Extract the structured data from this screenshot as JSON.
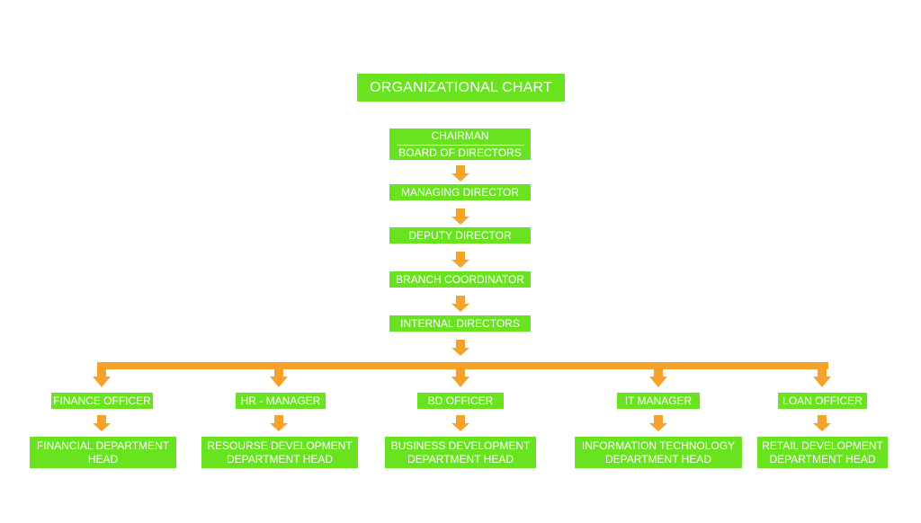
{
  "colors": {
    "box": "#69e21f",
    "connector": "#f5a12a",
    "text": "#ffffff",
    "background": "#ffffff"
  },
  "title": "ORGANIZATIONAL CHART",
  "chain": [
    {
      "id": "chairman",
      "lines": [
        "CHAIRMAN",
        "BOARD OF DIRECTORS"
      ]
    },
    {
      "id": "managing-director",
      "lines": [
        "MANAGING DIRECTOR"
      ]
    },
    {
      "id": "deputy-director",
      "lines": [
        "DEPUTY DIRECTOR"
      ]
    },
    {
      "id": "branch-coordinator",
      "lines": [
        "BRANCH COORDINATOR"
      ]
    },
    {
      "id": "internal-directors",
      "lines": [
        "INTERNAL DIRECTORS"
      ]
    }
  ],
  "departments": [
    {
      "id": "finance",
      "officer": "FINANCE OFFICER",
      "head": [
        "FINANCIAL DEPARTMENT",
        "HEAD"
      ]
    },
    {
      "id": "hr",
      "officer": "HR - MANAGER",
      "head": [
        "RESOURSE DEVELOPMENT",
        "DEPARTMENT HEAD"
      ]
    },
    {
      "id": "bd",
      "officer": "BD OFFICER",
      "head": [
        "BUSINESS DEVELOPMENT",
        "DEPARTMENT HEAD"
      ]
    },
    {
      "id": "it",
      "officer": "IT MANAGER",
      "head": [
        "INFORMATION TECHNOLOGY",
        "DEPARTMENT HEAD"
      ]
    },
    {
      "id": "loan",
      "officer": "LOAN OFFICER",
      "head": [
        "RETAIL DEVELOPMENT",
        "DEPARTMENT HEAD"
      ]
    }
  ]
}
